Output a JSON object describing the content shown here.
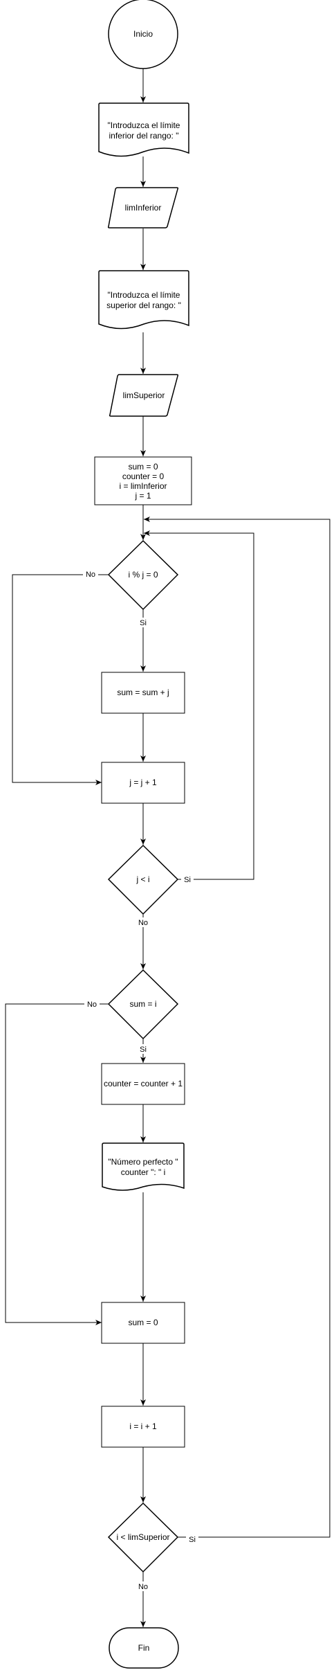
{
  "nodes": {
    "start": "Inicio",
    "prompt_lower": [
      "\"Introduzca el límite",
      "inferior del rango: \""
    ],
    "input_lower": "limInferior",
    "prompt_upper": [
      "\"Introduzca el límite",
      "superior del rango: \""
    ],
    "input_upper": "limSuperior",
    "init": [
      "sum = 0",
      "counter = 0",
      "i = limInferior",
      "j = 1"
    ],
    "cond_divisible": "i % j = 0",
    "sum_add": "sum = sum + j",
    "j_inc": "j = j + 1",
    "cond_j_lt_i": "j < i",
    "cond_sum_eq_i": "sum = i",
    "counter_inc": "counter = counter + 1",
    "print_perfect": [
      "\"Número perfecto \"",
      "counter \": \" i"
    ],
    "sum_reset": "sum = 0",
    "i_inc": "i = i + 1",
    "cond_i_lt_sup": "i < limSuperior",
    "end": "Fin"
  },
  "edge_labels": {
    "no": "No",
    "si": "Si"
  }
}
